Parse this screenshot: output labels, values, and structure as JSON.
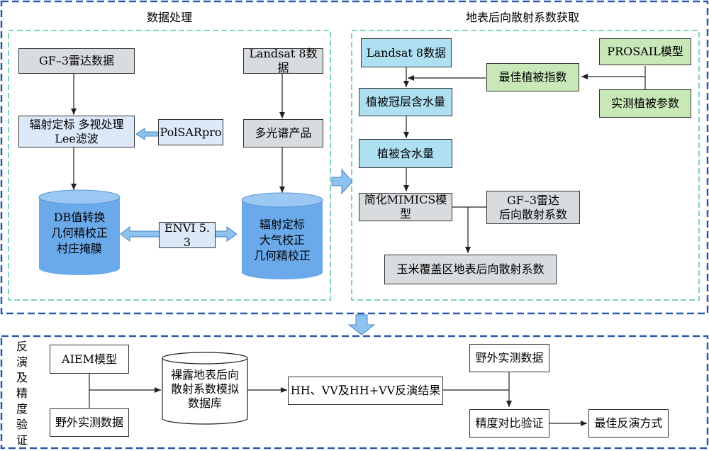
{
  "top_section": {
    "left_title": "数据处理",
    "right_title": "地表后向散射系数获取"
  },
  "data_processing": {
    "gf3_data": "GF–3雷达数据",
    "radiometric": "辐射定标 多视处理\nLee滤波",
    "polsarpro": "PolSARpro",
    "db_cylinder": "DB值转换\n几何精校正\n村庄掩膜",
    "envi": "ENVI 5. 3",
    "landsat_data": "Landsat 8数据",
    "multispectral": "多光谱产品",
    "landsat_cylinder": "辐射定标\n大气校正\n几何精校正"
  },
  "backscatter": {
    "landsat_data": "Landsat 8数据",
    "prosail": "PROSAIL模型",
    "best_index": "最佳植被指数",
    "measured_params": "实测植被参数",
    "canopy_water": "植被冠层含水量",
    "veg_water": "植被含水量",
    "mimics": "简化MIMICS模型",
    "gf3_backscatter": "GF–3雷达\n后向散射系数",
    "corn_backscatter": "玉米覆盖区地表后向散射系数"
  },
  "inversion": {
    "section_title": "反\n演\n及\n精\n度\n验\n证",
    "aiem": "AIEM模型",
    "field_data_left": "野外实测数据",
    "database": "裸露地表后向\n散射系数模拟\n数据库",
    "results": "HH、VV及HH+VV反演结果",
    "field_data_right": "野外实测数据",
    "accuracy": "精度对比验证",
    "best_method": "最佳反演方式"
  },
  "colors": {
    "outer_border": "#2a5aa8",
    "inner_border": "#7fd3c4",
    "cylinder": "#6aa9ea",
    "arrow_fill": "#8dc3ee"
  }
}
